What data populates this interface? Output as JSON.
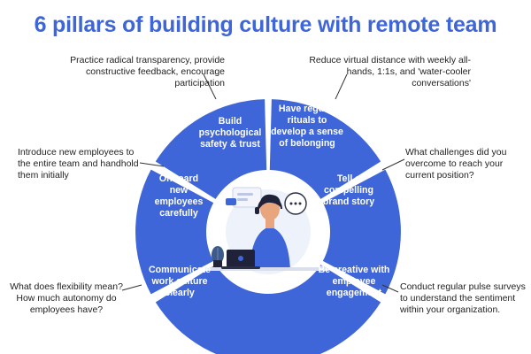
{
  "title": "6 pillars of building culture with remote team",
  "colors": {
    "accent": "#3f66d8",
    "segment": "#3f66d8",
    "text": "#222222",
    "leader": "#333333"
  },
  "pillars": [
    {
      "label": "Build psychological safety & trust",
      "note": "Practice radical transparency, provide constructive feedback, encourage participation"
    },
    {
      "label": "Have regular rituals to develop a sense of belonging",
      "note": "Reduce virtual distance with weekly all-hands, 1:1s, and 'water-cooler conversations'"
    },
    {
      "label": "Onboard new employees carefully",
      "note": "Introduce new employees to the entire team and handhold them initially"
    },
    {
      "label": "Tell a compelling brand story",
      "note": "What challenges did you overcome to reach your current position?"
    },
    {
      "label": "Communicate work culture clearly",
      "note": "What does flexibility mean? How much autonomy do employees have?"
    },
    {
      "label": "Be creative with employee engagement",
      "note": "Conduct  regular pulse surveys to understand the sentiment within your organization."
    }
  ],
  "illustration": {
    "subject": "remote-worker-at-laptop",
    "icons": [
      "laptop-icon",
      "plant-icon",
      "chat-bubble-icon",
      "message-card-icon",
      "person-icon"
    ]
  }
}
